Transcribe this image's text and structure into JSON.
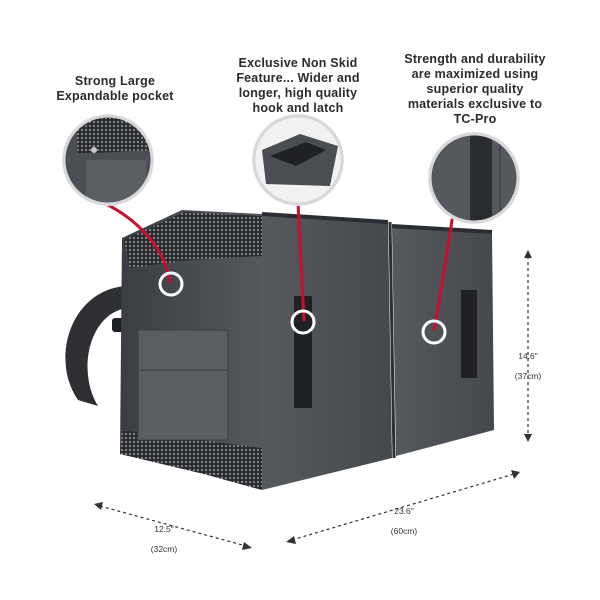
{
  "callouts": {
    "pocket": "Strong Large\nExpandable pocket",
    "non_skid": "Exclusive Non Skid\nFeature... Wider and\nlonger, high quality\nhook and latch",
    "durability": "Strength and durability\nare maximized using\nsuperior quality\nmaterials exclusive to\nTC-Pro"
  },
  "dimensions": {
    "height": {
      "inches": "14.6\"",
      "cm": "(37cm)"
    },
    "length": {
      "inches": "23.6\"",
      "cm": "(60cm)"
    },
    "depth": {
      "inches": "12.5\"",
      "cm": "(32cm)"
    }
  },
  "colors": {
    "fabric": "#4a4d52",
    "fabric_dark": "#2f3236",
    "mesh": "#25272a",
    "accent_red": "#c8102e",
    "background": "#ffffff"
  }
}
